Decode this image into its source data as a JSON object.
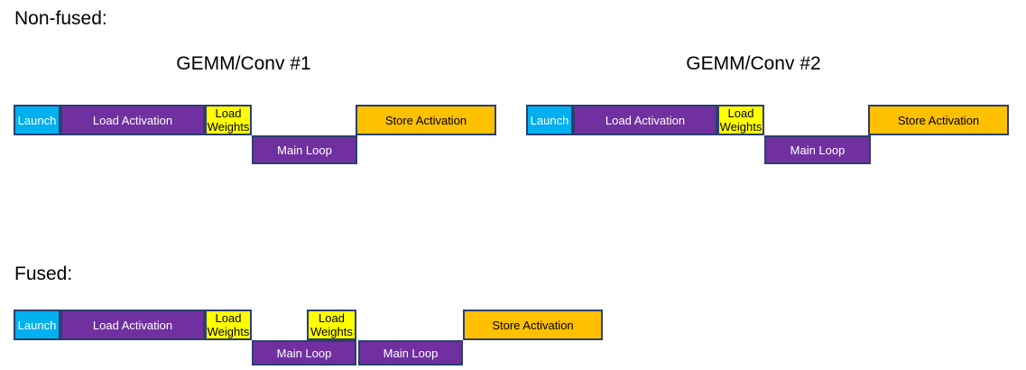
{
  "diagram": {
    "non_fused_label": "Non-fused:",
    "fused_label": "Fused:",
    "gemm1_title": "GEMM/Conv #1",
    "gemm2_title": "GEMM/Conv #2",
    "block_labels": {
      "launch": "Launch",
      "load_activation": "Load Activation",
      "load_weights": "Load Weights",
      "main_loop": "Main Loop",
      "store_activation": "Store Activation"
    },
    "colors": {
      "launch_fill": "#00b0f0",
      "purple_fill": "#7030a0",
      "weights_fill": "#ffff00",
      "store_fill": "#ffc000",
      "outline": "#2b3f70",
      "background": "#ffffff",
      "text_on_dark": "#ffffff",
      "text_on_light": "#000000"
    }
  }
}
